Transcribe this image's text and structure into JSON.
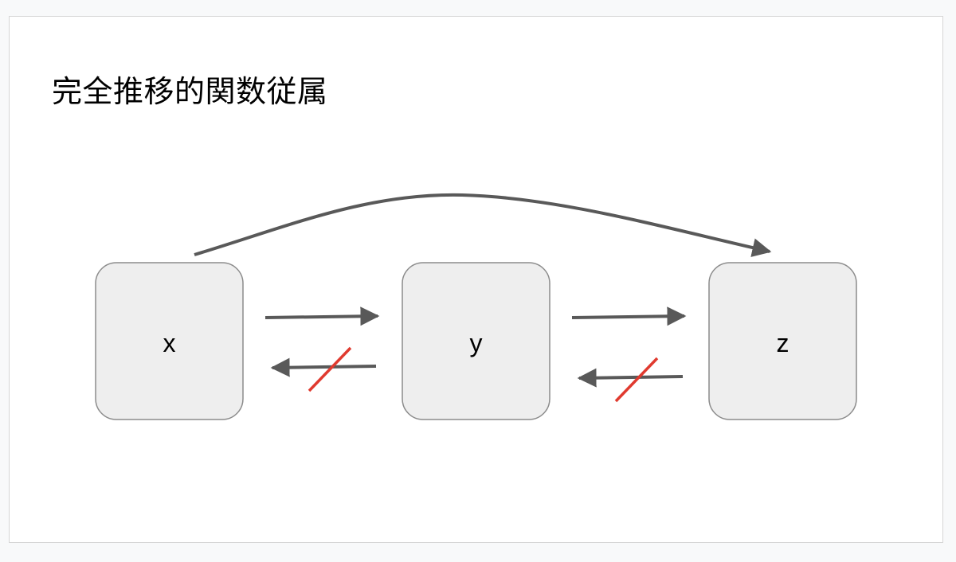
{
  "slide": {
    "title": "完全推移的関数従属"
  },
  "nodes": [
    {
      "id": "x",
      "label": "x"
    },
    {
      "id": "y",
      "label": "y"
    },
    {
      "id": "z",
      "label": "z"
    }
  ],
  "edges": [
    {
      "from": "x",
      "to": "y",
      "negated": false
    },
    {
      "from": "y",
      "to": "x",
      "negated": true
    },
    {
      "from": "y",
      "to": "z",
      "negated": false
    },
    {
      "from": "z",
      "to": "y",
      "negated": true
    },
    {
      "from": "x",
      "to": "z",
      "negated": false
    }
  ],
  "colors": {
    "node_fill": "#eeeeee",
    "node_stroke": "#8c8c8c",
    "arrow": "#595959",
    "negation": "#e03a2f"
  }
}
